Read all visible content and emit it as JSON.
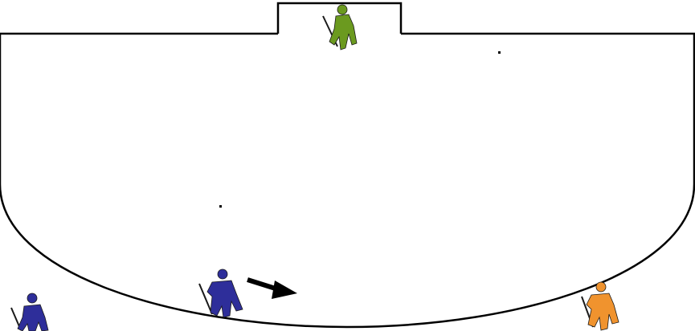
{
  "diagram": {
    "type": "hockey-drill",
    "colors": {
      "lines": "#000000",
      "background": "#ffffff",
      "goalkeeper": "#6b9a1f",
      "team_a": "#2e2e9a",
      "team_b": "#f0932e"
    },
    "goal": {
      "icon": "goal-net-icon"
    },
    "players": [
      {
        "id": "goalkeeper",
        "team": "keeper",
        "icon": "goalkeeper-icon",
        "color": "#6b9a1f"
      },
      {
        "id": "attacker-left",
        "team": "team_a",
        "icon": "player-icon",
        "color": "#2e2e9a"
      },
      {
        "id": "attacker-center",
        "team": "team_a",
        "icon": "player-icon",
        "color": "#2e2e9a"
      },
      {
        "id": "defender-right",
        "team": "team_b",
        "icon": "player-icon",
        "color": "#f0932e"
      }
    ],
    "movements": [
      {
        "from": "attacker-center",
        "icon": "movement-arrow-icon"
      }
    ],
    "markers": [
      {
        "id": "marker-top-right",
        "icon": "dot-marker-icon"
      },
      {
        "id": "marker-center-left",
        "icon": "dot-marker-icon"
      }
    ]
  }
}
